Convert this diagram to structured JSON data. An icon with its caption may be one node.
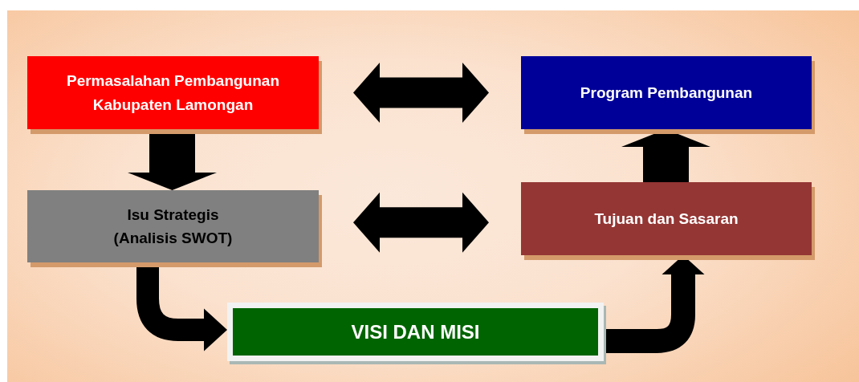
{
  "diagram": {
    "nodes": [
      {
        "text": [
          "Permasalahan Pembangunan Kabupaten Lamongan"
        ]
      },
      {
        "text": [
          "Program Pembangunan"
        ]
      },
      {
        "text": [
          "Isu Strategis (Analisis SWOT)"
        ]
      },
      {
        "text": [
          "Tujuan dan Sasaran"
        ]
      },
      {
        "text": [
          "VISI DAN MISI"
        ]
      }
    ],
    "edges": [
      {
        "from": 0,
        "to": 1,
        "arrow": "both"
      },
      {
        "from": 0,
        "to": 2,
        "arrow": "to"
      },
      {
        "from": 2,
        "to": 3,
        "arrow": "both"
      },
      {
        "from": 3,
        "to": 1,
        "arrow": "to"
      },
      {
        "from": 2,
        "to": 4,
        "arrow": "to"
      },
      {
        "from": 4,
        "to": 3,
        "arrow": "to"
      }
    ]
  }
}
